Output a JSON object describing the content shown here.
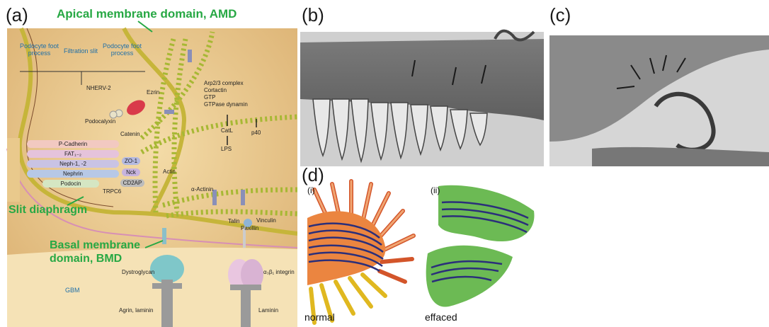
{
  "panel_a": {
    "letter": "(a)",
    "apical_label": "Apical membrane domain, AMD",
    "slit_label": "Slit diaphragm",
    "basal_label_line1": "Basal membrane",
    "basal_label_line2": "domain, BMD",
    "foot_process_left": "Podocyte foot\nprocess",
    "filtration_slit": "Filtration slit",
    "foot_process_right": "Podocyte foot\nprocess",
    "nherv": "NHERV-2",
    "ezrin": "Ezrin",
    "podocalyxin": "Podocalyxin",
    "arp_list": [
      "Arp2/3 complex",
      "Cortactin",
      "GTP",
      "GTPase dynamin"
    ],
    "catenin": "Catenin",
    "molecules": [
      "P-Cadherin",
      "FAT₁₋₂",
      "Neph-1, -2",
      "Nephrin",
      "Podocin"
    ],
    "zo1": "ZO-1",
    "nck": "Nck",
    "cd2ap": "CD2AP",
    "trpc6": "TRPC6",
    "catl": "CatL",
    "p40": "p40",
    "lps": "LPS",
    "actin": "Actin",
    "alpha_actinin": "α-Actinin",
    "talin": "Talin",
    "vinculin": "Vinculin",
    "paxillin": "Paxillin",
    "dystroglycan": "Dystroglycan",
    "integrin": "α₃β₁ integrin",
    "gbm": "GBM",
    "agrin": "Agrin, laminin",
    "laminin": "Laminin"
  },
  "panel_b": {
    "letter": "(b)"
  },
  "panel_c": {
    "letter": "(c)"
  },
  "panel_d": {
    "letter": "(d)",
    "sub_i": "(i)",
    "sub_ii": "(ii)",
    "caption_normal": "normal",
    "caption_effaced": "effaced"
  },
  "colors": {
    "green_label": "#27a844",
    "cytoplasm": "#e9c98c",
    "gbm": "#f3dcae",
    "membrane": "#c6b53a",
    "actin_bead": "#a7b834"
  }
}
